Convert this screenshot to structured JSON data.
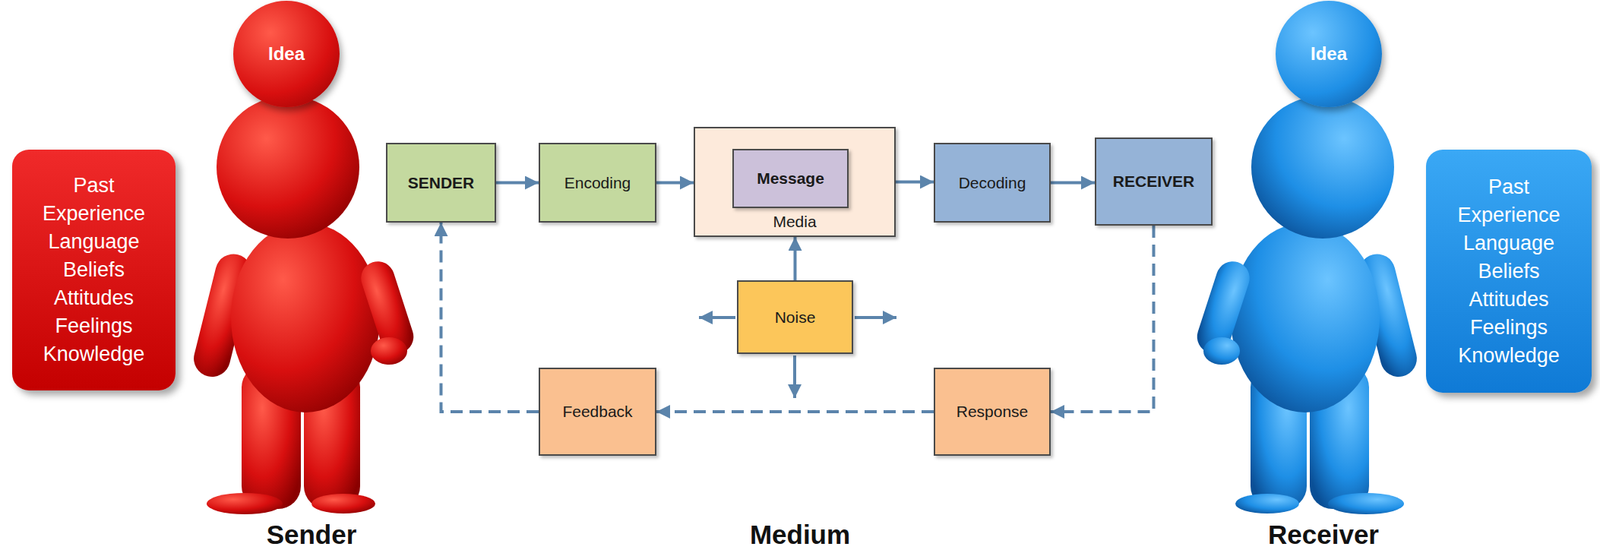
{
  "diagram": {
    "nodes": [
      {
        "text": [
          "Past Experience Language Beliefs Attitudes Feelings Knowledge"
        ]
      },
      {
        "text": [
          "Idea"
        ]
      },
      {
        "text": [
          "SENDER"
        ]
      },
      {
        "text": [
          "Encoding"
        ]
      },
      {
        "text": [
          "Media"
        ]
      },
      {
        "text": [
          "Message"
        ],
        "in": 4
      },
      {
        "text": [
          "Decoding"
        ]
      },
      {
        "text": [
          "RECEIVER"
        ]
      },
      {
        "text": [
          "Idea"
        ]
      },
      {
        "text": [
          "Past Experience Language Beliefs Attitudes Feelings Knowledge"
        ]
      },
      {
        "text": [
          "Noise"
        ]
      },
      {
        "text": [
          "Feedback"
        ]
      },
      {
        "text": [
          "Response"
        ]
      }
    ],
    "edges": [
      {
        "from": 2,
        "to": 3,
        "arrow": "to"
      },
      {
        "from": 3,
        "to": 4,
        "arrow": "to"
      },
      {
        "from": 4,
        "to": 6,
        "arrow": "to"
      },
      {
        "from": 6,
        "to": 7,
        "arrow": "to"
      },
      {
        "from": 7,
        "to": 12,
        "arrow": "to"
      },
      {
        "from": 12,
        "to": 11,
        "arrow": "to"
      },
      {
        "from": 11,
        "to": 2,
        "arrow": "to"
      },
      {
        "from": 10,
        "to": 4,
        "arrow": "to"
      }
    ],
    "labels": [
      "Sender",
      "Medium",
      "Receiver"
    ]
  }
}
